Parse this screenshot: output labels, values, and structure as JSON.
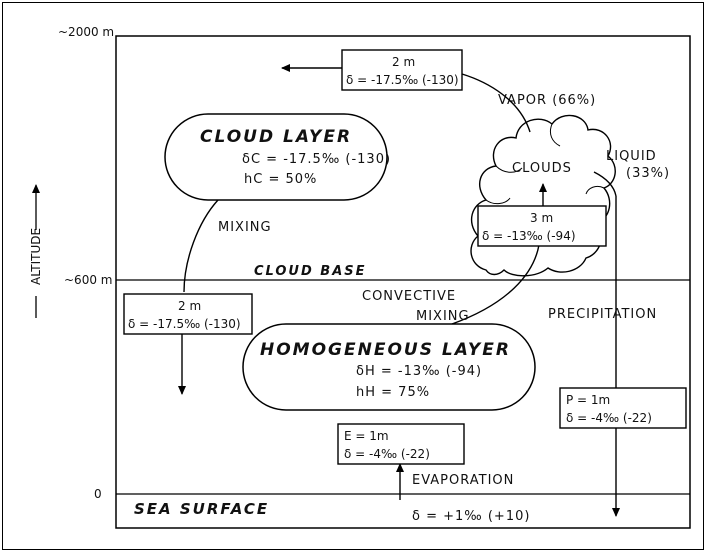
{
  "axis": {
    "label": "ALTITUDE",
    "ticks": [
      "~2000 m",
      "~600 m",
      "0"
    ]
  },
  "layers": {
    "cloud_base": "CLOUD BASE",
    "sea_surface": "SEA SURFACE",
    "sea_delta": "δ = +1‰ (+10)"
  },
  "cloud_layer": {
    "title": "CLOUD LAYER",
    "delta": "δC = -17.5‰ (-130)",
    "humidity": "hC = 50%"
  },
  "homogeneous_layer": {
    "title": "HOMOGENEOUS LAYER",
    "delta": "δH = -13‰ (-94)",
    "humidity": "hH = 75%"
  },
  "clouds": {
    "label": "CLOUDS",
    "vapor": "VAPOR (66%)",
    "liquid_1": "LIQUID",
    "liquid_2": "(33%)"
  },
  "boxes": {
    "top": {
      "line1": "2 m",
      "line2": "δ = -17.5‰ (-130)"
    },
    "mixing": {
      "line1": "2 m",
      "line2": "δ = -17.5‰ (-130)"
    },
    "updraft": {
      "line1": "3 m",
      "line2": "δ = -13‰ (-94)"
    },
    "precip": {
      "line1": "P = 1m",
      "line2": "δ = -4‰ (-22)"
    },
    "evap": {
      "line1": "E = 1m",
      "line2": "δ = -4‰ (-22)"
    }
  },
  "process_labels": {
    "mixing": "MIXING",
    "convective_1": "CONVECTIVE",
    "convective_2": "MIXING",
    "precipitation": "PRECIPITATION",
    "evaporation": "EVAPORATION"
  }
}
